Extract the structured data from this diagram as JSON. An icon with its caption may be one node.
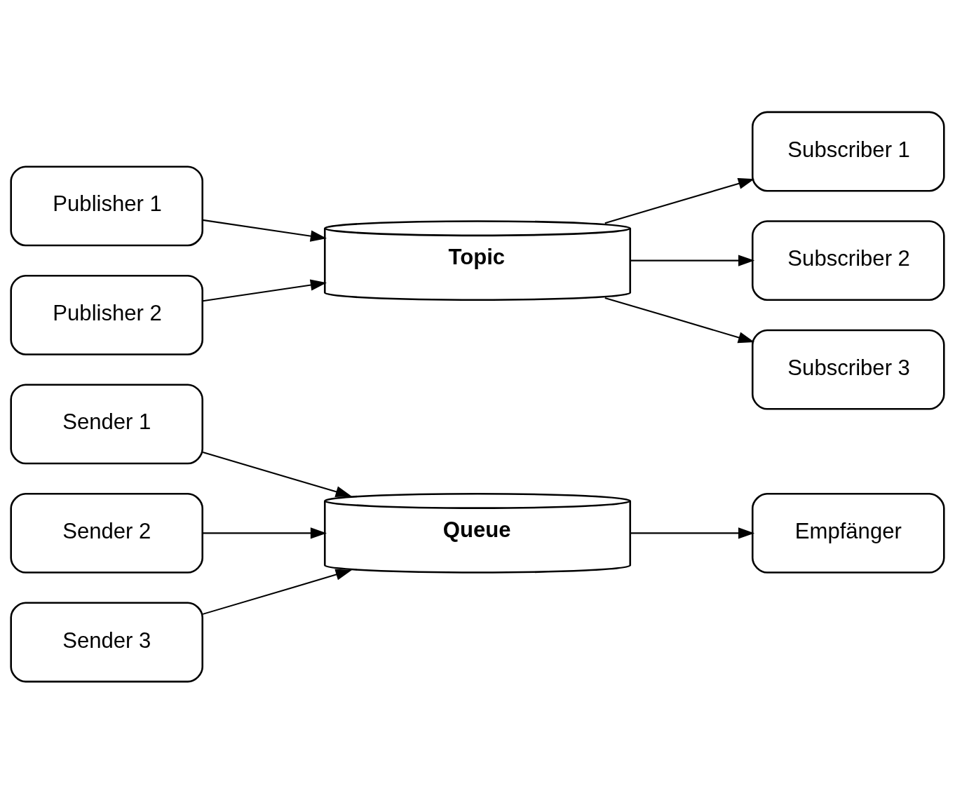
{
  "diagram": {
    "nodes": [
      {
        "text": [
          "Sender 1"
        ]
      },
      {
        "text": [
          "Sender 2"
        ]
      },
      {
        "text": [
          "Sender 3"
        ]
      },
      {
        "text": [
          "Queue"
        ]
      },
      {
        "text": [
          "Empfänger"
        ]
      },
      {
        "text": [
          "Publisher 1"
        ]
      },
      {
        "text": [
          "Publisher 2"
        ]
      },
      {
        "text": [
          "Topic"
        ]
      },
      {
        "text": [
          "Subscriber 1"
        ]
      },
      {
        "text": [
          "Subscriber 2"
        ]
      },
      {
        "text": [
          "Subscriber 3"
        ]
      }
    ],
    "edges": [
      {
        "from": 0,
        "to": 3,
        "arrow": "to"
      },
      {
        "from": 1,
        "to": 3,
        "arrow": "to"
      },
      {
        "from": 2,
        "to": 3,
        "arrow": "to"
      },
      {
        "from": 3,
        "to": 4,
        "arrow": "to"
      },
      {
        "from": 5,
        "to": 7,
        "arrow": "to"
      },
      {
        "from": 6,
        "to": 7,
        "arrow": "to"
      },
      {
        "from": 7,
        "to": 8,
        "arrow": "to"
      },
      {
        "from": 7,
        "to": 9,
        "arrow": "to"
      },
      {
        "from": 7,
        "to": 10,
        "arrow": "to"
      }
    ]
  }
}
